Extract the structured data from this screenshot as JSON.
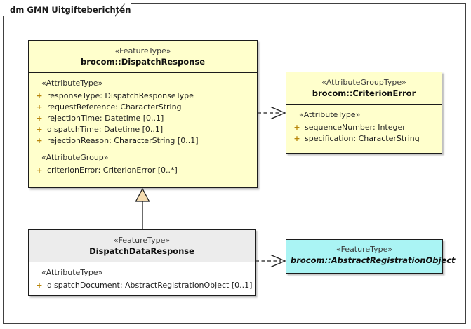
{
  "diagram": {
    "tab_title": "dm GMN Uitgifteberichten",
    "type": "uml-class-diagram"
  },
  "classes": {
    "dispatch_response": {
      "stereotype": "«FeatureType»",
      "name": "brocom::DispatchResponse",
      "group1_label": "«AttributeType»",
      "attributes1": [
        {
          "visibility": "+",
          "text": "responseType: DispatchResponseType"
        },
        {
          "visibility": "+",
          "text": "requestReference: CharacterString"
        },
        {
          "visibility": "+",
          "text": "rejectionTime: Datetime [0..1]"
        },
        {
          "visibility": "+",
          "text": "dispatchTime: Datetime [0..1]"
        },
        {
          "visibility": "+",
          "text": "rejectionReason: CharacterString [0..1]"
        }
      ],
      "group2_label": "«AttributeGroup»",
      "attributes2": [
        {
          "visibility": "+",
          "text": "criterionError: CriterionError [0..*]"
        }
      ]
    },
    "criterion_error": {
      "stereotype": "«AttributeGroupType»",
      "name": "brocom::CriterionError",
      "group1_label": "«AttributeType»",
      "attributes1": [
        {
          "visibility": "+",
          "text": "sequenceNumber: Integer"
        },
        {
          "visibility": "+",
          "text": "specification: CharacterString"
        }
      ]
    },
    "dispatch_data_response": {
      "stereotype": "«FeatureType»",
      "name": "DispatchDataResponse",
      "group1_label": "«AttributeType»",
      "attributes1": [
        {
          "visibility": "+",
          "text": "dispatchDocument: AbstractRegistrationObject [0..1]"
        }
      ]
    },
    "abstract_registration_object": {
      "stereotype": "«FeatureType»",
      "name": "brocom::AbstractRegistrationObject"
    }
  },
  "connectors": [
    {
      "name": "dependency-dispatchresponse-to-criterionerror",
      "kind": "dependency"
    },
    {
      "name": "generalization-dispatchdataresponse-to-dispatchresponse",
      "kind": "generalization"
    },
    {
      "name": "dependency-dispatchdataresponse-to-abstractregistrationobject",
      "kind": "dependency"
    }
  ],
  "colors": {
    "class_fill_yellow": "#ffffcc",
    "class_fill_cyan": "#aaf4f4",
    "header_gray": "#ececec",
    "body_white": "#ffffff",
    "border": "#1c1c1c",
    "visibility_plus": "#b8860b",
    "generalization_fill": "#f5dcb0"
  }
}
